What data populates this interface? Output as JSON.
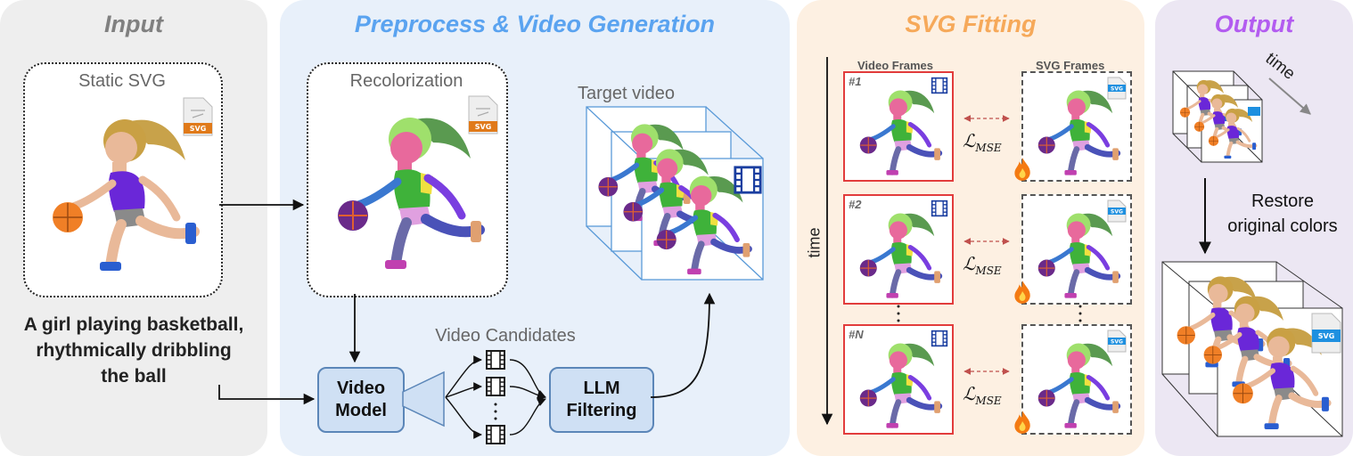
{
  "panels": {
    "input": {
      "title": "Input",
      "color": "#808080"
    },
    "preprocess": {
      "title": "Preprocess & Video Generation",
      "color": "#5aa3f0"
    },
    "fitting": {
      "title": "SVG Fitting",
      "color": "#f6a95a"
    },
    "output": {
      "title": "Output",
      "color": "#b35cf0"
    }
  },
  "input": {
    "static_svg_label": "Static SVG",
    "svg_badge": "SVG",
    "prompt_line1": "A girl playing basketball,",
    "prompt_line2": "rhythmically dribbling",
    "prompt_line3": "the ball"
  },
  "preprocess": {
    "recolor_label": "Recolorization",
    "svg_badge": "SVG",
    "target_video_label": "Target video",
    "video_candidates_label": "Video Candidates",
    "video_model_line1": "Video",
    "video_model_line2": "Model",
    "llm_line1": "LLM",
    "llm_line2": "Filtering"
  },
  "fitting": {
    "video_frames_label": "Video Frames",
    "svg_frames_label": "SVG Frames",
    "time_label": "time",
    "loss_label": "ℒ",
    "loss_sub": "MSE",
    "frames": [
      {
        "num": "#1"
      },
      {
        "num": "#2"
      },
      {
        "num": "#N"
      }
    ],
    "svg_badge": "SVG"
  },
  "output": {
    "time_label": "time",
    "restore_line1": "Restore",
    "restore_line2": "original colors",
    "svg_badge": "SVG"
  },
  "colors": {
    "input_bg": "#eeeeee",
    "preprocess_bg": "#e8f0fa",
    "fitting_bg": "#fdf0e2",
    "output_bg": "#ece7f3",
    "frame_red": "#e23c3c",
    "arrow_red": "#c0504d",
    "model_fill": "#cfe0f4",
    "model_stroke": "#5b86b8"
  }
}
